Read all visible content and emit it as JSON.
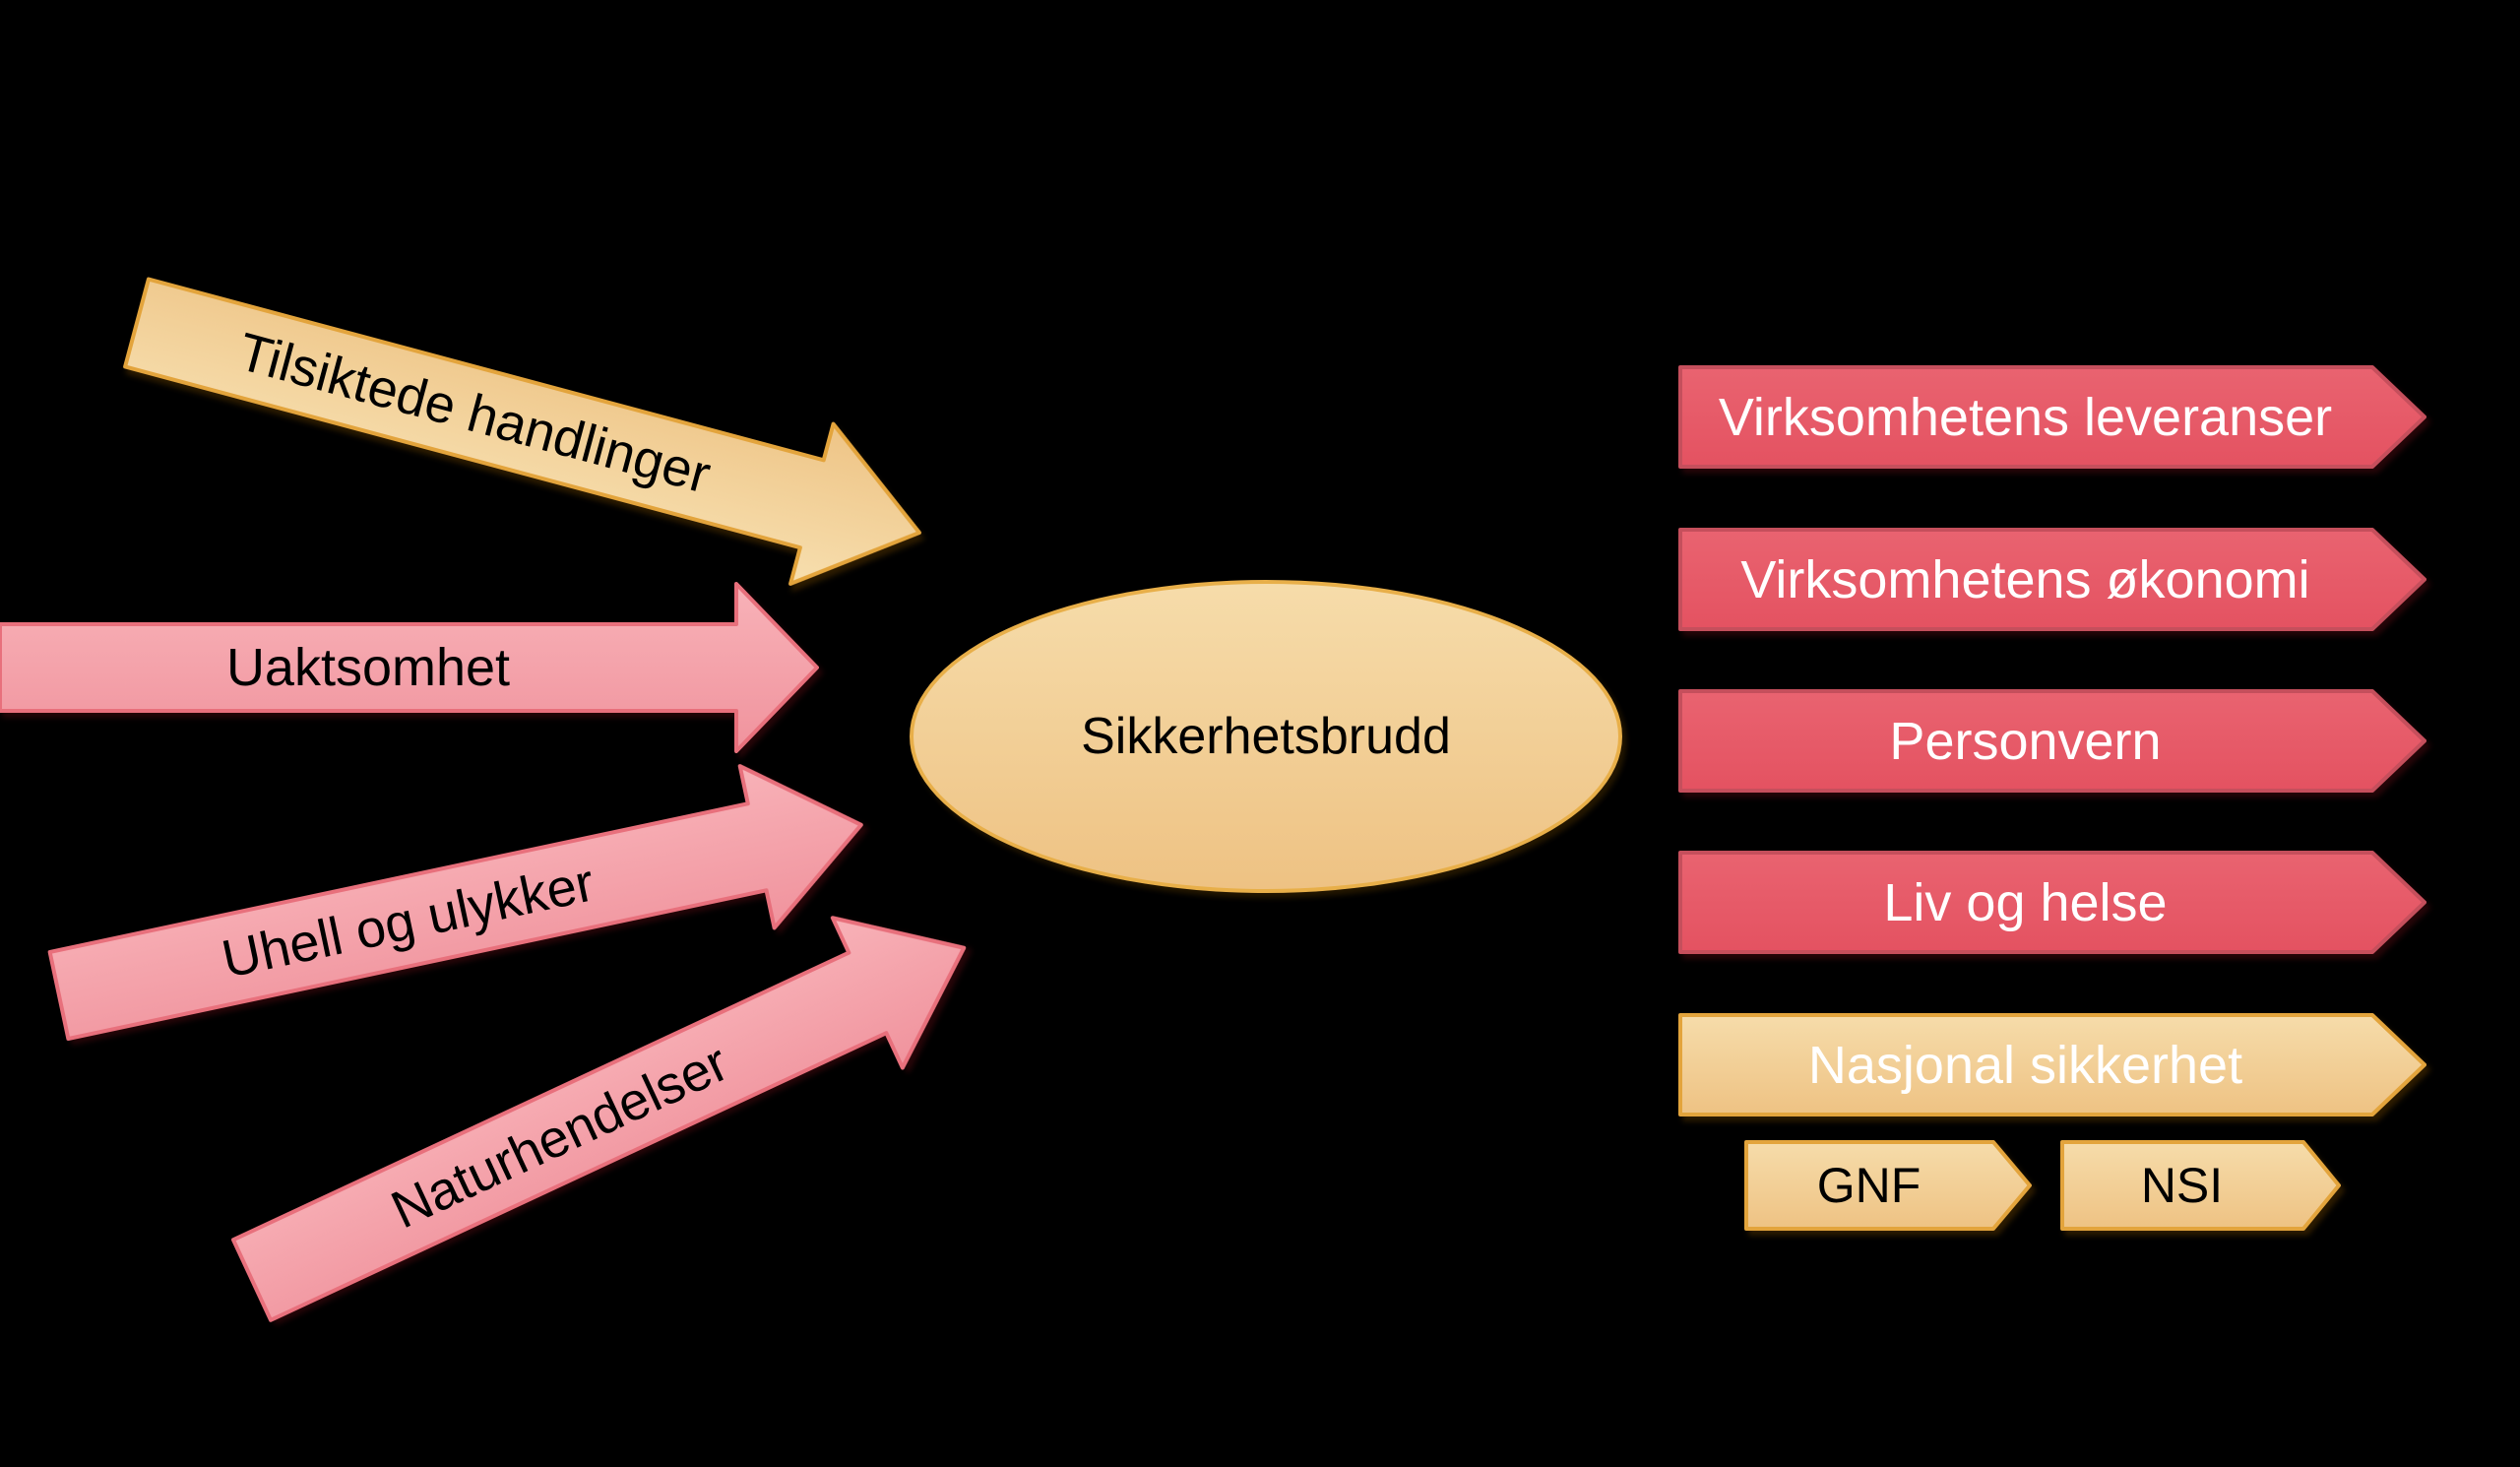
{
  "diagram": {
    "center": {
      "label": "Sikkerhetsbrudd"
    },
    "causes": [
      {
        "id": "tilsiktede-handlinger",
        "label": "Tilsiktede handlinger",
        "style": "tan"
      },
      {
        "id": "uaktsomhet",
        "label": "Uaktsomhet",
        "style": "pink"
      },
      {
        "id": "uhell-og-ulykker",
        "label": "Uhell og ulykker",
        "style": "pink"
      },
      {
        "id": "naturhendelser",
        "label": "Naturhendelser",
        "style": "pink"
      }
    ],
    "consequences": [
      {
        "id": "virksomhetens-leveranser",
        "label": "Virksomhetens leveranser",
        "style": "red"
      },
      {
        "id": "virksomhetens-okonomi",
        "label": "Virksomhetens økonomi",
        "style": "red"
      },
      {
        "id": "personvern",
        "label": "Personvern",
        "style": "red"
      },
      {
        "id": "liv-og-helse",
        "label": "Liv og helse",
        "style": "red"
      },
      {
        "id": "nasjonal-sikkerhet",
        "label": "Nasjonal sikkerhet",
        "style": "tan"
      }
    ],
    "sub_consequences": [
      {
        "id": "gnf",
        "label": "GNF"
      },
      {
        "id": "nsi",
        "label": "NSI"
      }
    ]
  },
  "colors": {
    "background": "#000000",
    "red_top": "#E96370",
    "red_bottom": "#E45261",
    "red_stroke": "#C54F5C",
    "pink_top": "#F8B2B8",
    "pink_bottom": "#F0939D",
    "pink_stroke": "#E8707C",
    "tan_light": "#F6DCAA",
    "tan_dark": "#EEC283",
    "tan_arrow_top": "#EEC486",
    "tan_arrow_bottom": "#F7DFAF",
    "tan_stroke": "#E3A43C",
    "ellipse_stroke": "#E8AF49",
    "text_dark": "#000000",
    "text_light": "#FFFFFF"
  }
}
